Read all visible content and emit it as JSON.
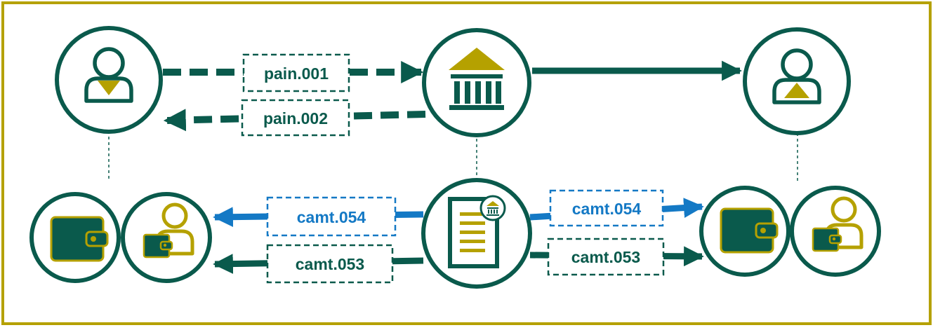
{
  "colors": {
    "frame": "#b5a100",
    "primary": "#0a5a4c",
    "accent": "#b5a100",
    "info": "#1479c5",
    "background": "#ffffff"
  },
  "nodes": [
    {
      "id": "debtor",
      "icon": "person-outgoing-icon"
    },
    {
      "id": "bank",
      "icon": "bank-icon"
    },
    {
      "id": "creditor",
      "icon": "person-incoming-icon"
    },
    {
      "id": "debtor-wallet",
      "icon": "wallet-icon"
    },
    {
      "id": "debtor-account-holder",
      "icon": "person-wallet-icon"
    },
    {
      "id": "statement",
      "icon": "bank-statement-icon"
    },
    {
      "id": "creditor-wallet",
      "icon": "wallet-icon"
    },
    {
      "id": "creditor-account-holder",
      "icon": "person-wallet-icon"
    }
  ],
  "messages": {
    "pain001": {
      "label": "pain.001",
      "style": "dashed",
      "direction": "debtor-to-bank"
    },
    "pain002": {
      "label": "pain.002",
      "style": "dashed",
      "direction": "bank-to-debtor"
    },
    "camt054_left": {
      "label": "camt.054",
      "style": "dashed",
      "direction": "statement-to-debtor-account"
    },
    "camt053_left": {
      "label": "camt.053",
      "style": "dashed",
      "direction": "statement-to-debtor-account"
    },
    "camt054_right": {
      "label": "camt.054",
      "style": "dashed",
      "direction": "statement-to-creditor-account"
    },
    "camt053_right": {
      "label": "camt.053",
      "style": "dashed",
      "direction": "statement-to-creditor-account"
    },
    "transfer": {
      "label": "",
      "style": "solid",
      "direction": "bank-to-creditor"
    }
  }
}
